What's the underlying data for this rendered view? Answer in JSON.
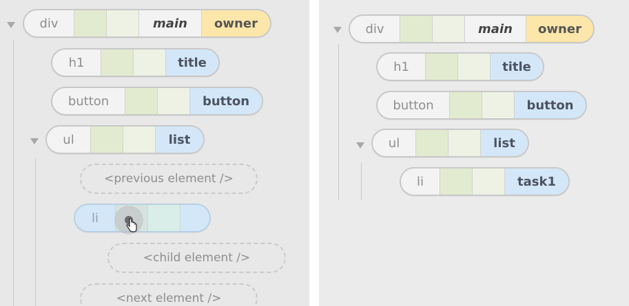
{
  "left": {
    "div": {
      "tag": "div",
      "name": "main",
      "badge": "owner"
    },
    "h1": {
      "tag": "h1",
      "badge": "title"
    },
    "button": {
      "tag": "button",
      "badge": "button"
    },
    "ul": {
      "tag": "ul",
      "badge": "list"
    },
    "prev_placeholder": "<previous element />",
    "li": {
      "tag": "li"
    },
    "child_placeholder": "<child element />",
    "next_placeholder": "<next element />"
  },
  "right": {
    "div": {
      "tag": "div",
      "name": "main",
      "badge": "owner"
    },
    "h1": {
      "tag": "h1",
      "badge": "title"
    },
    "button": {
      "tag": "button",
      "badge": "button"
    },
    "ul": {
      "tag": "ul",
      "badge": "list"
    },
    "li": {
      "tag": "li",
      "badge": "task1"
    }
  },
  "icons": {
    "collapse": "triangle-down",
    "cursor": "pointer-hand"
  },
  "colors": {
    "owner": "#fce6a9",
    "badge_blue": "#d3e7f8",
    "slot_green": "#e2ebcf",
    "slot_light_green": "#eef2e4",
    "slot_teal": "#d9eee8"
  }
}
